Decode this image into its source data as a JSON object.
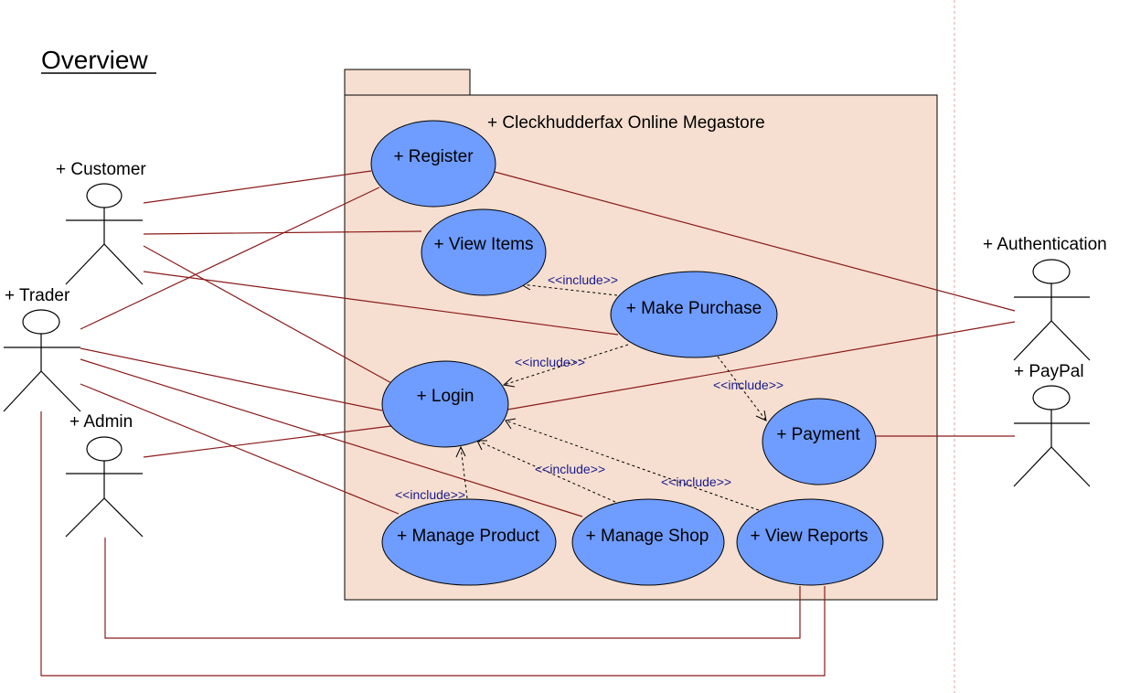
{
  "title": "Overview",
  "colors": {
    "package_fill": "#f6dfd0",
    "usecase_fill": "#6f9cff",
    "association": "#8b1a1a",
    "include_text": "#1a1a8c"
  },
  "system": {
    "name": "+ Cleckhudderfax Online Megastore"
  },
  "actors": {
    "customer": "+ Customer",
    "trader": "+ Trader",
    "admin": "+ Admin",
    "authentication": "+ Authentication",
    "paypal": "+ PayPal"
  },
  "use_cases": {
    "register": "+ Register",
    "view_items": "+ View Items",
    "make_purchase": "+ Make Purchase",
    "login": "+ Login",
    "payment": "+ Payment",
    "manage_product": "+ Manage Product",
    "manage_shop": "+ Manage Shop",
    "view_reports": "+ View Reports"
  },
  "include_label": "<<include>>"
}
